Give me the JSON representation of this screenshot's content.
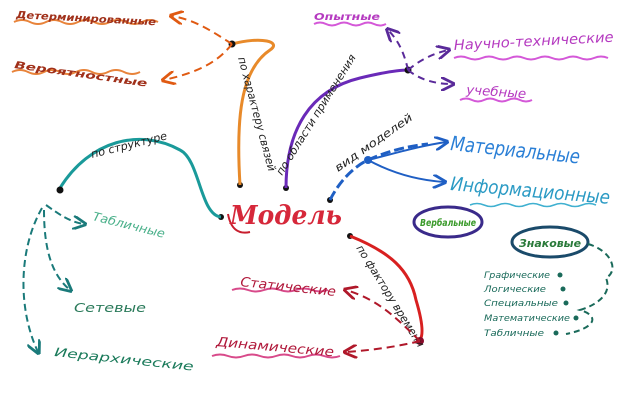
{
  "center": {
    "label": "Модель",
    "color": "#e0283a"
  },
  "branches": {
    "character": {
      "label": "по характеру связей",
      "color": "#e88a2a",
      "children": [
        "Детерминированные",
        "Вероятностные"
      ],
      "child_color": "#e55a12"
    },
    "application": {
      "label": "по области применения",
      "color": "#6a2ab8",
      "children": [
        "Опытные",
        "Научно-технические",
        "учебные"
      ],
      "child_color": "#c23ac9"
    },
    "kind": {
      "label": "вид моделей",
      "color": "#1f5fc4",
      "children": [
        "Материальные",
        "Информационные"
      ],
      "child_color": "#2a7fd6",
      "info_children": [
        "Вербальные",
        "Знаковые"
      ],
      "sign_children": [
        "Графические",
        "Логические",
        "Специальные",
        "Математические",
        "Табличные"
      ],
      "sign_color": "#1a6a5a",
      "verbal_fill": "#7fd23a",
      "sign_fill": "#35b9c4"
    },
    "structure": {
      "label": "по структуре",
      "color": "#1a9a9a",
      "children": [
        "Табличные",
        "Сетевые",
        "Иерархические"
      ],
      "child_color": "#1f8a6a"
    },
    "time": {
      "label": "по фактору времени",
      "color": "#d82020",
      "children": [
        "Статические",
        "Динамические"
      ],
      "child_color": "#c01a4a"
    }
  }
}
